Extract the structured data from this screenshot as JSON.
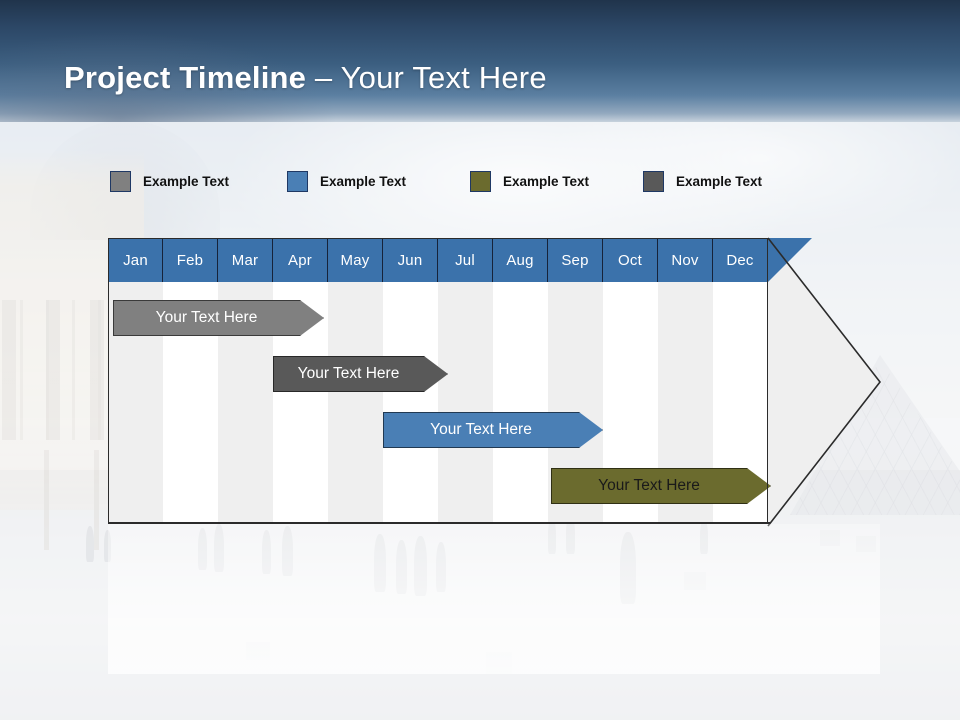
{
  "slide": {
    "title_strong": "Project Timeline",
    "title_dash": " – ",
    "title_light": "Your Text Here"
  },
  "legend": {
    "items": [
      {
        "label": "Example Text",
        "color": "#808080",
        "swatch_icon": "color-swatch-icon"
      },
      {
        "label": "Example Text",
        "color": "#4a7fb5",
        "swatch_icon": "color-swatch-icon"
      },
      {
        "label": "Example Text",
        "color": "#6b6b2e",
        "swatch_icon": "color-swatch-icon"
      },
      {
        "label": "Example Text",
        "color": "#595959",
        "swatch_icon": "color-swatch-icon"
      }
    ]
  },
  "chart_data": {
    "type": "bar",
    "title": "Project Timeline",
    "xlabel": "",
    "ylabel": "",
    "categories": [
      "Jan",
      "Feb",
      "Mar",
      "Apr",
      "May",
      "Jun",
      "Jul",
      "Aug",
      "Sep",
      "Oct",
      "Nov",
      "Dec"
    ],
    "orientation": "horizontal",
    "grid": true,
    "legend_position": "top",
    "series": [
      {
        "name": "Example Text",
        "label": "Your  Text Here",
        "color": "#808080",
        "text_color": "#ffffff",
        "start_month": "Jan",
        "end_month": "Apr",
        "start_index": 0,
        "end_index": 3.9
      },
      {
        "name": "Example Text",
        "label": "Your  Text Here",
        "color": "#595959",
        "text_color": "#ffffff",
        "start_month": "Apr",
        "end_month": "Jul",
        "start_index": 3.0,
        "end_index": 6.1
      },
      {
        "name": "Example Text",
        "label": "Your  Text Here",
        "color": "#4a7fb5",
        "text_color": "#ffffff",
        "start_month": "Jun",
        "end_month": "Sep",
        "start_index": 5.0,
        "end_index": 9.0
      },
      {
        "name": "Example Text",
        "label": "Your  Text Here",
        "color": "#6b6b2e",
        "text_color": "#1a1a1a",
        "start_month": "Sep",
        "end_month": "Dec",
        "start_index": 8.0,
        "end_index": 12.0
      }
    ]
  },
  "colors": {
    "header_band_top": "#20344b",
    "header_band_bottom": "#c7d2dd",
    "month_header": "#3b72ab",
    "grid_shade": "#efefef",
    "grid_plain": "#ffffff",
    "arrow_fill": "#efefef",
    "outline": "#2b2b2b"
  }
}
